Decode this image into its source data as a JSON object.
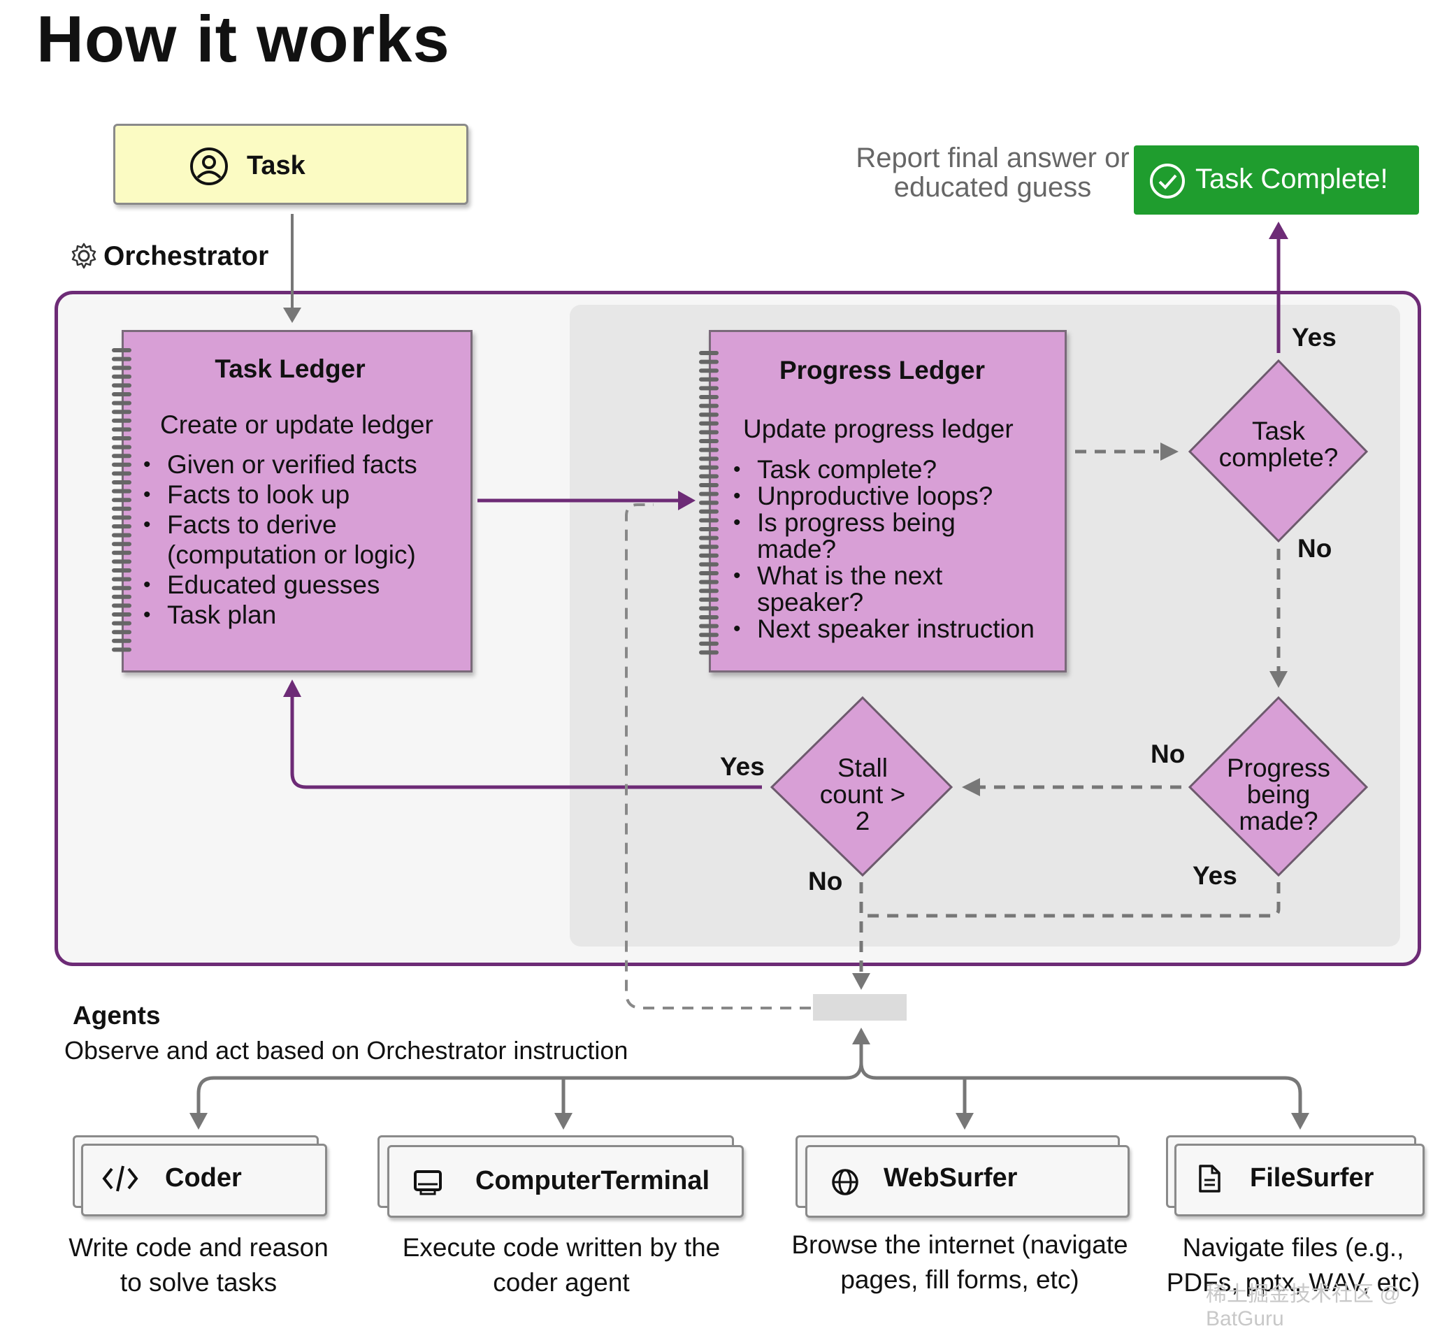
{
  "title": "How it works",
  "task": {
    "label": "Task",
    "icon": "user-circle-icon"
  },
  "orchestrator": {
    "label": "Orchestrator",
    "icon": "gear-icon"
  },
  "task_ledger": {
    "title": "Task Ledger",
    "subtitle": "Create or update ledger",
    "items": [
      "Given or verified facts",
      "Facts to look up",
      "Facts to derive\n(computation or logic)",
      "Educated guesses",
      "Task plan"
    ]
  },
  "progress_ledger": {
    "title": "Progress Ledger",
    "subtitle": "Update progress ledger",
    "items": [
      "Task complete?",
      "Unproductive loops?",
      "Is progress being\nmade?",
      "What is the next\nspeaker?",
      "Next speaker instruction"
    ]
  },
  "report": {
    "text": "Report final answer or\neducated guess"
  },
  "task_complete": {
    "label": "Task Complete!",
    "icon": "check-circle-icon"
  },
  "decisions": {
    "task_complete": {
      "text": "Task\ncomplete?",
      "yes": "Yes",
      "no": "No"
    },
    "progress": {
      "text": "Progress\nbeing\nmade?",
      "yes": "Yes",
      "no": "No"
    },
    "stall": {
      "text": "Stall\ncount >\n2",
      "yes": "Yes",
      "no": "No"
    }
  },
  "agents": {
    "heading": "Agents",
    "subtitle": "Observe and act based on Orchestrator instruction",
    "list": [
      {
        "name": "Coder",
        "icon": "code-icon",
        "desc": "Write code and reason\nto solve tasks"
      },
      {
        "name": "ComputerTerminal",
        "icon": "monitor-icon",
        "desc": "Execute code written by the\ncoder agent"
      },
      {
        "name": "WebSurfer",
        "icon": "globe-icon",
        "desc": "Browse the internet (navigate\npages, fill forms, etc)"
      },
      {
        "name": "FileSurfer",
        "icon": "file-icon",
        "desc": "Navigate files (e.g.,\nPDFs, pptx, WAV, etc)"
      }
    ]
  },
  "colors": {
    "purple_line": "#6d2b76",
    "ledger_fill": "#d89fd6",
    "task_fill": "#fbfbc3",
    "complete_green": "#1f9d2e",
    "grey_line": "#777777"
  },
  "watermark": "稀土掘金技术社区 @ BatGuru"
}
